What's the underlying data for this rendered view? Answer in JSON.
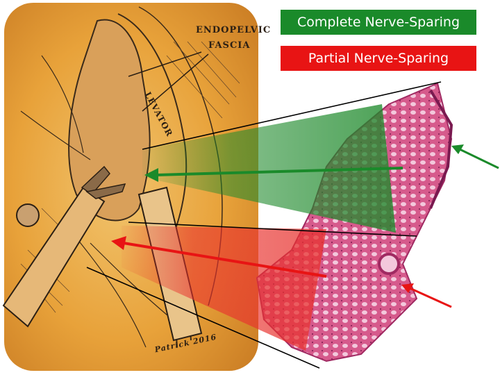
{
  "legend": {
    "complete": {
      "label": "Complete Nerve-Sparing",
      "color": "#1a8a2a"
    },
    "partial": {
      "label": "Partial Nerve-Sparing",
      "color": "#e81414"
    }
  },
  "drawing": {
    "label_endopelvic": "ENDOPELVIC",
    "label_fascia": "FASCIA",
    "label_levator": "LEVATOR",
    "signature": "Patrick 2016"
  },
  "colors": {
    "complete_overlay": "#1f8a2c",
    "partial_overlay": "#e8322e",
    "sketch_background": "#e9a23c",
    "tissue_pink": "#d9477a"
  }
}
